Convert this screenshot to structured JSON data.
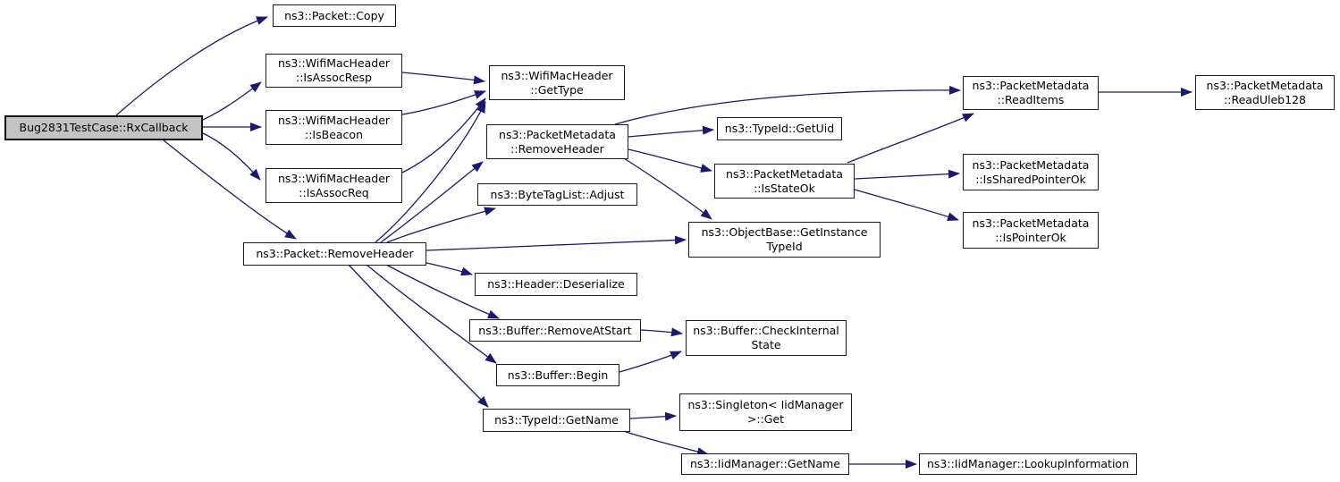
{
  "graph": {
    "type": "call-graph",
    "root_function": "Bug2831TestCase::RxCallback",
    "colors": {
      "edge": "#191970",
      "node_fill": "#ffffff",
      "node_border": "#1c1c1c",
      "root_fill": "#c3c3c3",
      "text": "#000000",
      "background": "#ffffff"
    },
    "nodes": [
      {
        "id": "rx-callback",
        "lines": [
          "Bug2831TestCase::RxCallback"
        ]
      },
      {
        "id": "packet-copy",
        "lines": [
          "ns3::Packet::Copy"
        ]
      },
      {
        "id": "wifimac-isassocresp",
        "lines": [
          "ns3::WifiMacHeader",
          "::IsAssocResp"
        ]
      },
      {
        "id": "wifimac-isbeacon",
        "lines": [
          "ns3::WifiMacHeader",
          "::IsBeacon"
        ]
      },
      {
        "id": "wifimac-isassocreq",
        "lines": [
          "ns3::WifiMacHeader",
          "::IsAssocReq"
        ]
      },
      {
        "id": "wifimac-gettype",
        "lines": [
          "ns3::WifiMacHeader",
          "::GetType"
        ]
      },
      {
        "id": "pm-removeheader",
        "lines": [
          "ns3::PacketMetadata",
          "::RemoveHeader"
        ]
      },
      {
        "id": "bytetaglist-adjust",
        "lines": [
          "ns3::ByteTagList::Adjust"
        ]
      },
      {
        "id": "typeid-getuid",
        "lines": [
          "ns3::TypeId::GetUid"
        ]
      },
      {
        "id": "pm-isstateok",
        "lines": [
          "ns3::PacketMetadata",
          "::IsStateOk"
        ]
      },
      {
        "id": "objectbase-getinstancetypeid",
        "lines": [
          "ns3::ObjectBase::GetInstance",
          "TypeId"
        ]
      },
      {
        "id": "pm-readitems",
        "lines": [
          "ns3::PacketMetadata",
          "::ReadItems"
        ]
      },
      {
        "id": "pm-readuleb128",
        "lines": [
          "ns3::PacketMetadata",
          "::ReadUleb128"
        ]
      },
      {
        "id": "pm-issharedpointerok",
        "lines": [
          "ns3::PacketMetadata",
          "::IsSharedPointerOk"
        ]
      },
      {
        "id": "pm-ispointerok",
        "lines": [
          "ns3::PacketMetadata",
          "::IsPointerOk"
        ]
      },
      {
        "id": "packet-removeheader",
        "lines": [
          "ns3::Packet::RemoveHeader"
        ]
      },
      {
        "id": "header-deserialize",
        "lines": [
          "ns3::Header::Deserialize"
        ]
      },
      {
        "id": "buffer-removeatstart",
        "lines": [
          "ns3::Buffer::RemoveAtStart"
        ]
      },
      {
        "id": "buffer-checkinternalstate",
        "lines": [
          "ns3::Buffer::CheckInternal",
          "State"
        ]
      },
      {
        "id": "buffer-begin",
        "lines": [
          "ns3::Buffer::Begin"
        ]
      },
      {
        "id": "typeid-getname",
        "lines": [
          "ns3::TypeId::GetName"
        ]
      },
      {
        "id": "singleton-iidmanager-get",
        "lines": [
          "ns3::Singleton< IidManager",
          ">::Get"
        ]
      },
      {
        "id": "iidmanager-getname",
        "lines": [
          "ns3::IidManager::GetName"
        ]
      },
      {
        "id": "iidmanager-lookupinformation",
        "lines": [
          "ns3::IidManager::LookupInformation"
        ]
      }
    ],
    "edges": [
      {
        "from": "rx-callback",
        "to": "packet-copy"
      },
      {
        "from": "rx-callback",
        "to": "wifimac-isassocresp"
      },
      {
        "from": "rx-callback",
        "to": "wifimac-isbeacon"
      },
      {
        "from": "rx-callback",
        "to": "wifimac-isassocreq"
      },
      {
        "from": "rx-callback",
        "to": "packet-removeheader"
      },
      {
        "from": "wifimac-isassocresp",
        "to": "wifimac-gettype"
      },
      {
        "from": "wifimac-isbeacon",
        "to": "wifimac-gettype"
      },
      {
        "from": "wifimac-isassocreq",
        "to": "wifimac-gettype"
      },
      {
        "from": "packet-removeheader",
        "to": "wifimac-gettype"
      },
      {
        "from": "packet-removeheader",
        "to": "pm-removeheader"
      },
      {
        "from": "packet-removeheader",
        "to": "bytetaglist-adjust"
      },
      {
        "from": "packet-removeheader",
        "to": "objectbase-getinstancetypeid"
      },
      {
        "from": "packet-removeheader",
        "to": "header-deserialize"
      },
      {
        "from": "packet-removeheader",
        "to": "buffer-removeatstart"
      },
      {
        "from": "packet-removeheader",
        "to": "buffer-begin"
      },
      {
        "from": "packet-removeheader",
        "to": "typeid-getname"
      },
      {
        "from": "pm-removeheader",
        "to": "pm-readitems"
      },
      {
        "from": "pm-removeheader",
        "to": "typeid-getuid"
      },
      {
        "from": "pm-removeheader",
        "to": "pm-isstateok"
      },
      {
        "from": "pm-removeheader",
        "to": "objectbase-getinstancetypeid"
      },
      {
        "from": "pm-isstateok",
        "to": "pm-readitems"
      },
      {
        "from": "pm-isstateok",
        "to": "pm-issharedpointerok"
      },
      {
        "from": "pm-isstateok",
        "to": "pm-ispointerok"
      },
      {
        "from": "pm-readitems",
        "to": "pm-readuleb128"
      },
      {
        "from": "buffer-removeatstart",
        "to": "buffer-checkinternalstate"
      },
      {
        "from": "buffer-begin",
        "to": "buffer-checkinternalstate"
      },
      {
        "from": "typeid-getname",
        "to": "singleton-iidmanager-get"
      },
      {
        "from": "typeid-getname",
        "to": "iidmanager-getname"
      },
      {
        "from": "iidmanager-getname",
        "to": "iidmanager-lookupinformation"
      }
    ]
  }
}
